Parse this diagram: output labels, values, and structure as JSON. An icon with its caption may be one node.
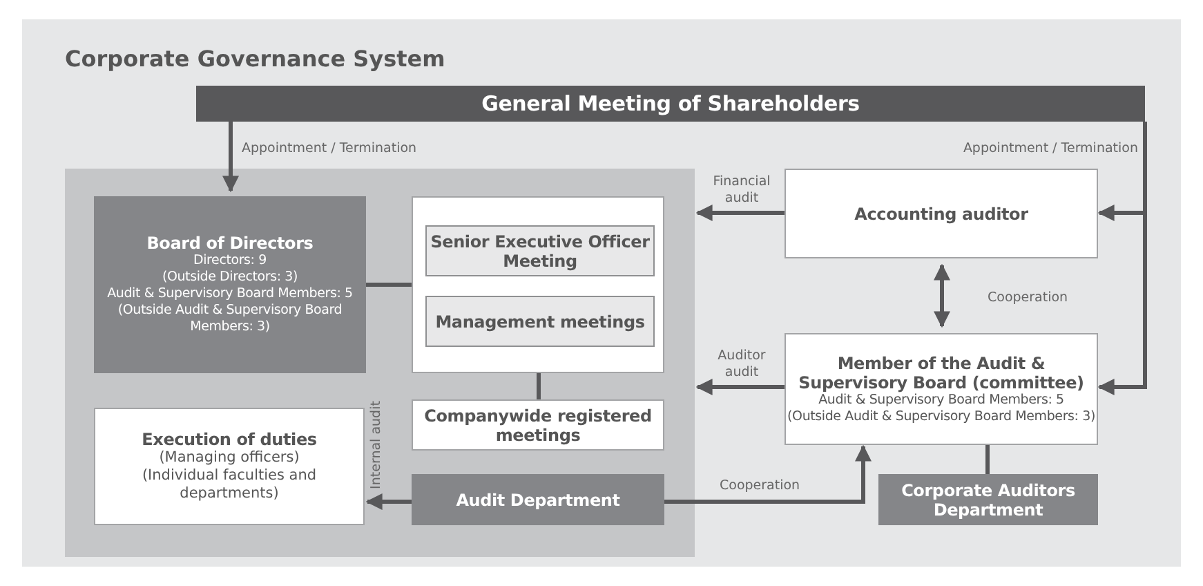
{
  "diagram": {
    "title": "Corporate Governance System",
    "nodes": [
      {
        "text": [
          "General Meeting of Shareholders"
        ]
      },
      {
        "text": [],
        "shape": "box"
      },
      {
        "text": [
          "Board of Directors",
          "Directors: 9",
          "(Outside Directors: 3)",
          "Audit & Supervisory Board Members: 5",
          "(Outside Audit & Supervisory Board Members: 3)"
        ],
        "in": 1
      },
      {
        "text": [],
        "shape": "box",
        "in": 1
      },
      {
        "text": [
          "Senior Executive Officer Meeting"
        ],
        "in": 3
      },
      {
        "text": [
          "Management meetings"
        ],
        "in": 3
      },
      {
        "text": [
          "Execution of duties",
          "(Managing officers)",
          "(Individual faculties and departments)"
        ],
        "in": 1
      },
      {
        "text": [
          "Companywide registered meetings"
        ],
        "in": 1
      },
      {
        "text": [
          "Audit Department"
        ],
        "in": 1
      },
      {
        "text": [
          "Accounting auditor"
        ]
      },
      {
        "text": [
          "Member of the Audit & Supervisory Board (committee)",
          "Audit & Supervisory Board Members: 5",
          "(Outside Audit & Supervisory Board Members: 3)"
        ]
      },
      {
        "text": [
          "Corporate Auditors Department"
        ]
      }
    ],
    "edges": [
      {
        "from": 0,
        "to": 2,
        "arrow": "to",
        "label": "Appointment / Termination"
      },
      {
        "from": 0,
        "to": 9,
        "arrow": "to",
        "label": "Appointment / Termination"
      },
      {
        "from": 0,
        "to": 10,
        "arrow": "to"
      },
      {
        "from": 9,
        "to": 1,
        "arrow": "to",
        "label": "Financial audit"
      },
      {
        "from": 9,
        "to": 10,
        "arrow": "both",
        "label": "Cooperation"
      },
      {
        "from": 10,
        "to": 1,
        "arrow": "to",
        "label": "Auditor audit"
      },
      {
        "from": 2,
        "to": 3,
        "arrow": "none"
      },
      {
        "from": 3,
        "to": 7,
        "arrow": "none"
      },
      {
        "from": 8,
        "to": 6,
        "arrow": "to",
        "label": "Internal audit"
      },
      {
        "from": 8,
        "to": 10,
        "arrow": "to",
        "label": "Cooperation"
      },
      {
        "from": 11,
        "to": 10,
        "arrow": "none"
      }
    ]
  }
}
